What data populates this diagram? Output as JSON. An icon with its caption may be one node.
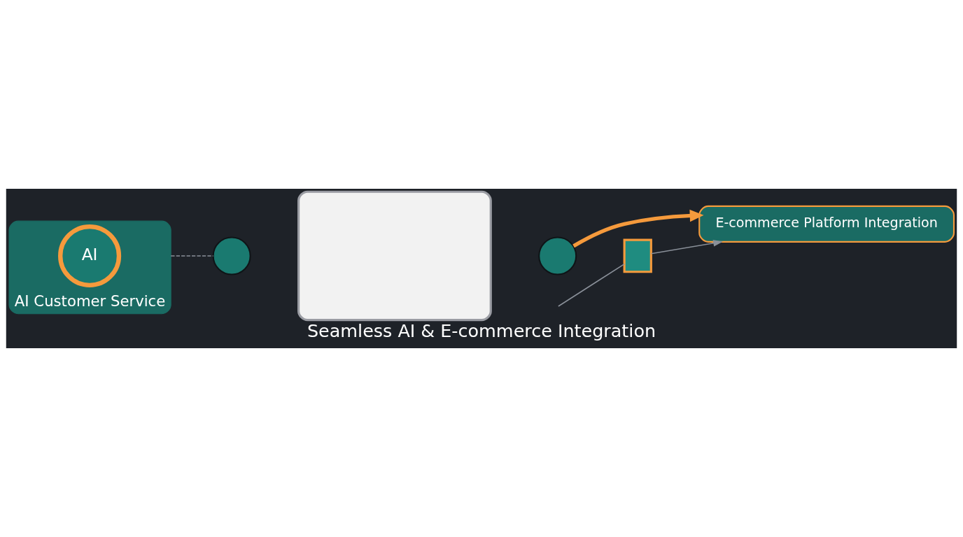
{
  "diagram": {
    "title": "Seamless AI & E-commerce Integration",
    "nodes": [
      {
        "text": [
          "AI Customer Service"
        ]
      },
      {
        "text": [
          "AI"
        ],
        "in": 0
      },
      {
        "text": [],
        "shape": "circle"
      },
      {
        "text": [],
        "shape": "box"
      },
      {
        "text": [],
        "shape": "circle"
      },
      {
        "text": [
          "E-commerce Platform Integration"
        ]
      },
      {
        "text": [],
        "shape": "box"
      }
    ],
    "edges": [
      {
        "from": 0,
        "to": 2,
        "arrow": "none",
        "style": "dashed"
      },
      {
        "from": 4,
        "to": 5,
        "arrow": "to",
        "color": "#f59a3c",
        "style": "thick"
      },
      {
        "from": null,
        "to": 6,
        "arrow": "none"
      },
      {
        "from": 6,
        "to": 5,
        "arrow": "to"
      }
    ]
  }
}
